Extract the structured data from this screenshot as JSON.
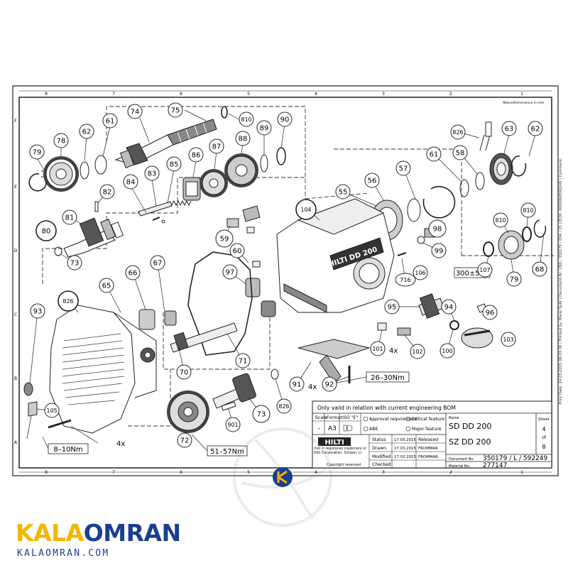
{
  "header": {
    "dimensions_note": "Masse/Dimensions in mm",
    "col_numbers": [
      "8",
      "7",
      "6",
      "5",
      "4",
      "3",
      "2",
      "1"
    ],
    "row_letters": [
      "F",
      "E",
      "D",
      "C",
      "B",
      "A"
    ]
  },
  "callouts": [
    "79",
    "78",
    "62",
    "61",
    "74",
    "75",
    "810",
    "89",
    "90",
    "88",
    "87",
    "86",
    "85",
    "83",
    "84",
    "82",
    "81",
    "80",
    "73",
    "826",
    "63",
    "62",
    "61",
    "58",
    "57",
    "56",
    "55",
    "104",
    "59",
    "60",
    "97",
    "98",
    "99",
    "716",
    "106",
    "810",
    "810",
    "107",
    "79",
    "68",
    "67",
    "66",
    "65",
    "93",
    "826",
    "95",
    "94",
    "96",
    "103",
    "100",
    "102",
    "101",
    "91",
    "92",
    "70",
    "71",
    "72",
    "73",
    "901",
    "826",
    "105"
  ],
  "annotations": {
    "oil": "300±5ml",
    "torque_a": "26–30Nm",
    "torque_b": "8–10Nm",
    "torque_c": "51–57Nm",
    "qty_100": "4x",
    "qty_101": "4x",
    "qty_105": "4x"
  },
  "title_block": {
    "validity": "Only valid in relation with current engineering BOM",
    "scale_label": "Scale",
    "scale_value": "-",
    "format_label": "Format",
    "format_value": "A3",
    "iso_label": "ISO \"E\"",
    "approval": "Approval requirement",
    "critical": "Critical feature",
    "abe": "ABE",
    "major": "Major feature",
    "name_label": "Name",
    "name_1": "SD DD 200",
    "name_2": "SZ DD 200",
    "sheet_label": "Sheet",
    "sheet_no": "4",
    "sheet_of": "of",
    "sheet_total": "8",
    "brand": "HILTI",
    "trademark": "Hilti = registered trademark of Hilti Corporation, Schaan, LI",
    "copyright": "Copyright reserved",
    "status_label": "Status",
    "status_date": "17.03.2015",
    "status_value": "Released",
    "drawn_label": "Drawn",
    "drawn_date": "17.03.2015",
    "drawn_by": "FROMMAR",
    "modified_label": "Modified",
    "modified_date": "17.03.2015",
    "modified_by": "FROMMAR",
    "checked_label": "Checked",
    "document_label": "Document No.",
    "document_no": "350179 / L / 592249",
    "material_label": "Material No.",
    "material_no": "277147"
  },
  "side_print": "Print Date: 24.03.2015 08:03:36 | Printed by: Mario Spitt | Document-Nr: USD / 350179 / 004 / 15 | ECM: 0000000592249 | Comment:",
  "housing_print": "HILTI DD 200",
  "branding": {
    "logo_k": "KALA",
    "logo_r": "OMRAN",
    "url": "KALAOMRAN.COM",
    "color_yellow": "#f2b700",
    "color_blue": "#1b3f8f"
  }
}
